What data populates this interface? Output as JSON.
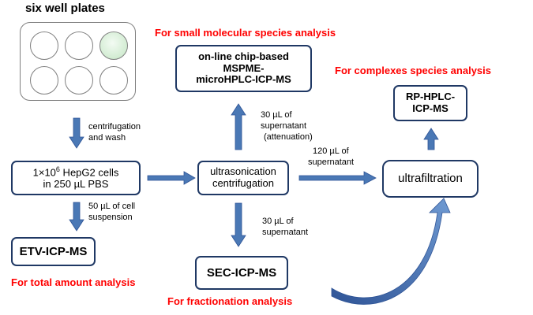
{
  "plate": {
    "label": "six well plates",
    "wells": [
      {
        "filled": false
      },
      {
        "filled": false
      },
      {
        "filled": true
      },
      {
        "filled": false
      },
      {
        "filled": false
      },
      {
        "filled": false
      }
    ]
  },
  "boxes": {
    "cells_line1": "1×10",
    "cells_sup": "6",
    "cells_line1_tail": " HepG2 cells",
    "cells_line2": "in 250 µL PBS",
    "ultrasonication_line1": "ultrasonication",
    "ultrasonication_line2": "centrifugation",
    "ultrafiltration": "ultrafiltration",
    "chip_line1": "on-line  chip-based",
    "chip_line2": "MSPME-",
    "chip_line3": "microHPLC-ICP-MS",
    "rphplc_line1": "RP-HPLC-",
    "rphplc_line2": "ICP-MS",
    "etv": "ETV-ICP-MS",
    "sec": "SEC-ICP-MS"
  },
  "notes": {
    "centrifugation_line1": "centrifugation",
    "centrifugation_line2": "and  wash",
    "cell_suspension_line1": "50 µL of cell",
    "cell_suspension_line2": "suspension",
    "attenuation_line1": "30 µL of",
    "attenuation_line2": "supernatant",
    "attenuation_line3": "(attenuation)",
    "supernatant120_line1": "120 µL of",
    "supernatant120_line2": "supernatant",
    "supernatant30_line1": "30 µL of",
    "supernatant30_line2": "supernatant"
  },
  "captions": {
    "small_molecular": "For small molecular species  analysis",
    "complexes": "For complexes species  analysis",
    "total_amount": "For total amount analysis",
    "fractionation": "For fractionation analysis"
  },
  "colors": {
    "arrow": "#4a78b5",
    "arrow_outline": "#2f5496",
    "box_border": "#1f3864",
    "caption_red": "#ff0000",
    "filled_well": "#d2ecd2"
  }
}
